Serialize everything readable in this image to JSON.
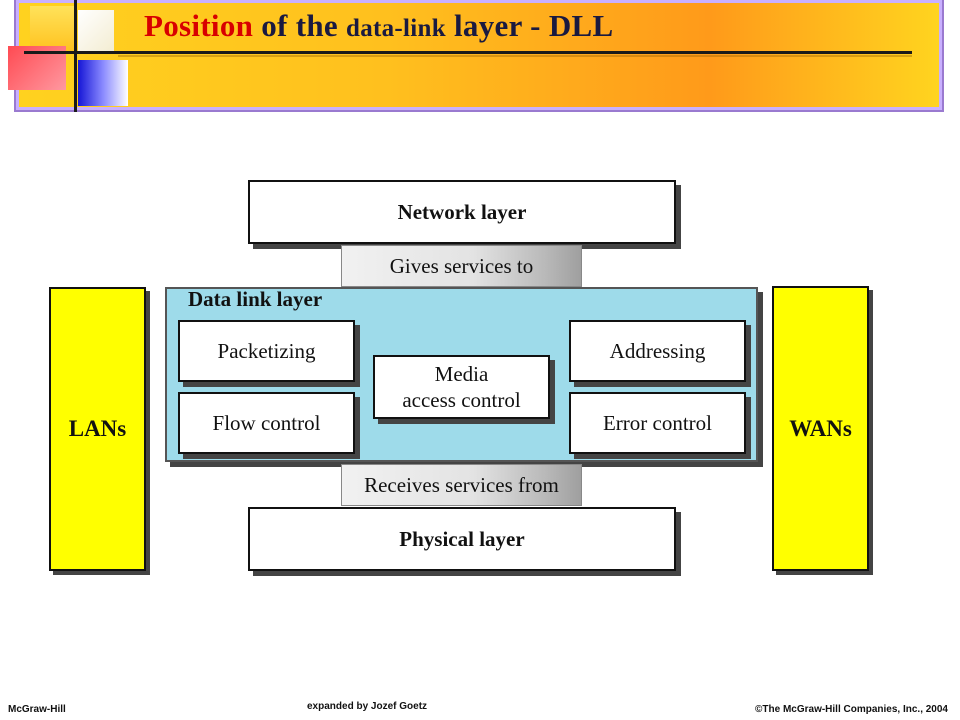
{
  "title": {
    "part1": "Position",
    "part2": " of the ",
    "part3": "data-link",
    "part4": " layer - DLL"
  },
  "diagram": {
    "network_layer": "Network layer",
    "gives_services": "Gives services to",
    "dll_label": "Data link layer",
    "packetizing": "Packetizing",
    "flow_control": "Flow control",
    "media_line1": "Media",
    "media_line2": "access control",
    "addressing": "Addressing",
    "error_control": "Error control",
    "receives_services": "Receives services from",
    "physical_layer": "Physical layer",
    "lans": "LANs",
    "wans": "WANs"
  },
  "footer": {
    "left": "McGraw-Hill",
    "center": "expanded by Jozef Goetz",
    "right": "©The McGraw-Hill Companies, Inc., 2004"
  },
  "colors": {
    "title_accent": "#d80000",
    "banner": "#ffc01e",
    "dll_panel": "#9edbea",
    "network_bars": "#ffff00"
  }
}
